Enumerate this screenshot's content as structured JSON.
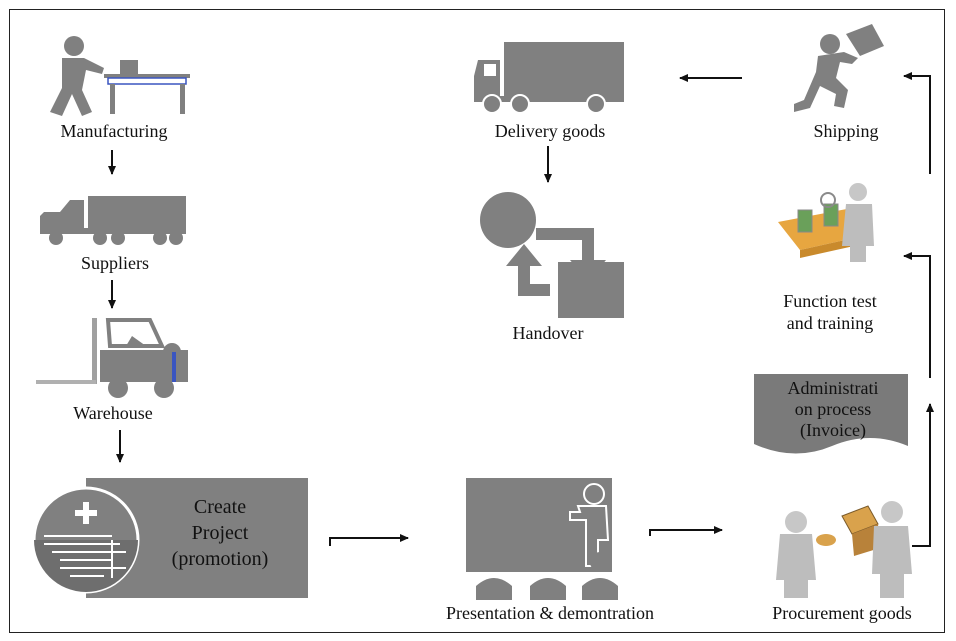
{
  "nodes": {
    "manufacturing": "Manufacturing",
    "suppliers": "Suppliers",
    "warehouse": "Warehouse",
    "create_project": [
      "Create",
      "Project",
      "(promotion)"
    ],
    "presentation": "Presentation & demontration",
    "procurement": "Procurement goods",
    "administration": [
      "Administrati",
      "on process",
      "(Invoice)"
    ],
    "function_test": [
      "Function test",
      "and training"
    ],
    "shipping": "Shipping",
    "delivery": "Delivery goods",
    "handover": "Handover"
  },
  "colors": {
    "icon_gray": "#808080",
    "dark_gray": "#6e6e6e",
    "border": "#222222",
    "arrow": "#111111",
    "skin": "#e8c89a",
    "belt": "#d9a24c"
  },
  "icons": [
    "worker-icon",
    "truck-icon",
    "forklift-icon",
    "project-icon",
    "presentation-icon",
    "procurement-icon",
    "document-icon",
    "function-test-icon",
    "runner-icon",
    "delivery-truck-icon",
    "handover-cycle-icon"
  ]
}
